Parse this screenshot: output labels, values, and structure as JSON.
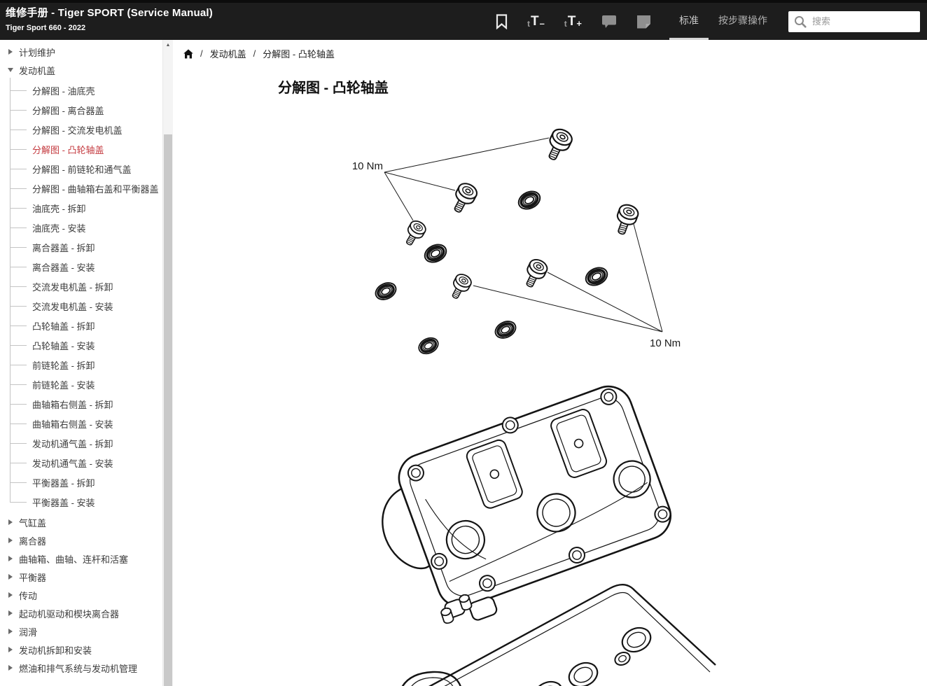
{
  "colors": {
    "header_bg": "#1d1d1d",
    "accent_red": "#c43a3f"
  },
  "header": {
    "title": "维修手册 - Tiger SPORT (Service Manual)",
    "subtitle": "Tiger Sport 660 - 2022",
    "toolbar": {
      "font_decrease": {
        "small": "t",
        "big": "T",
        "sign": "–"
      },
      "font_increase": {
        "small": "t",
        "big": "T",
        "sign": "+"
      },
      "tabs": [
        {
          "label": "标准",
          "active": true
        },
        {
          "label": "按步骤操作",
          "active": false
        }
      ],
      "search_placeholder": "搜索"
    }
  },
  "sidebar": {
    "items": [
      {
        "label": "计划维护",
        "state": "collapsed"
      },
      {
        "label": "发动机盖",
        "state": "expanded",
        "children": [
          {
            "label": "分解图 - 油底壳"
          },
          {
            "label": "分解图 - 离合器盖"
          },
          {
            "label": "分解图 - 交流发电机盖"
          },
          {
            "label": "分解图 - 凸轮轴盖",
            "selected": true
          },
          {
            "label": "分解图 - 前链轮和通气盖"
          },
          {
            "label": "分解图 - 曲轴箱右盖和平衡器盖"
          },
          {
            "label": "油底壳 - 拆卸"
          },
          {
            "label": "油底壳 - 安装"
          },
          {
            "label": "离合器盖 - 拆卸"
          },
          {
            "label": "离合器盖 - 安装"
          },
          {
            "label": "交流发电机盖 - 拆卸"
          },
          {
            "label": "交流发电机盖 - 安装"
          },
          {
            "label": "凸轮轴盖 - 拆卸"
          },
          {
            "label": "凸轮轴盖 - 安装"
          },
          {
            "label": "前链轮盖 - 拆卸"
          },
          {
            "label": "前链轮盖 - 安装"
          },
          {
            "label": "曲轴箱右侧盖 - 拆卸"
          },
          {
            "label": "曲轴箱右侧盖 - 安装"
          },
          {
            "label": "发动机通气盖 - 拆卸"
          },
          {
            "label": "发动机通气盖 - 安装"
          },
          {
            "label": "平衡器盖 - 拆卸"
          },
          {
            "label": "平衡器盖 - 安装"
          }
        ]
      },
      {
        "label": "气缸盖",
        "state": "collapsed"
      },
      {
        "label": "离合器",
        "state": "collapsed"
      },
      {
        "label": "曲轴箱、曲轴、连杆和活塞",
        "state": "collapsed"
      },
      {
        "label": "平衡器",
        "state": "collapsed"
      },
      {
        "label": "传动",
        "state": "collapsed"
      },
      {
        "label": "起动机驱动和楔块离合器",
        "state": "collapsed"
      },
      {
        "label": "润滑",
        "state": "collapsed"
      },
      {
        "label": "发动机拆卸和安装",
        "state": "collapsed"
      },
      {
        "label": "燃油和排气系统与发动机管理",
        "state": "collapsed"
      }
    ]
  },
  "breadcrumb": {
    "items": [
      "发动机盖",
      "分解图 - 凸轮轴盖"
    ]
  },
  "page": {
    "title": "分解图 - 凸轮轴盖"
  },
  "diagram": {
    "torque_labels": [
      {
        "text": "10 Nm"
      },
      {
        "text": "10 Nm"
      }
    ]
  }
}
